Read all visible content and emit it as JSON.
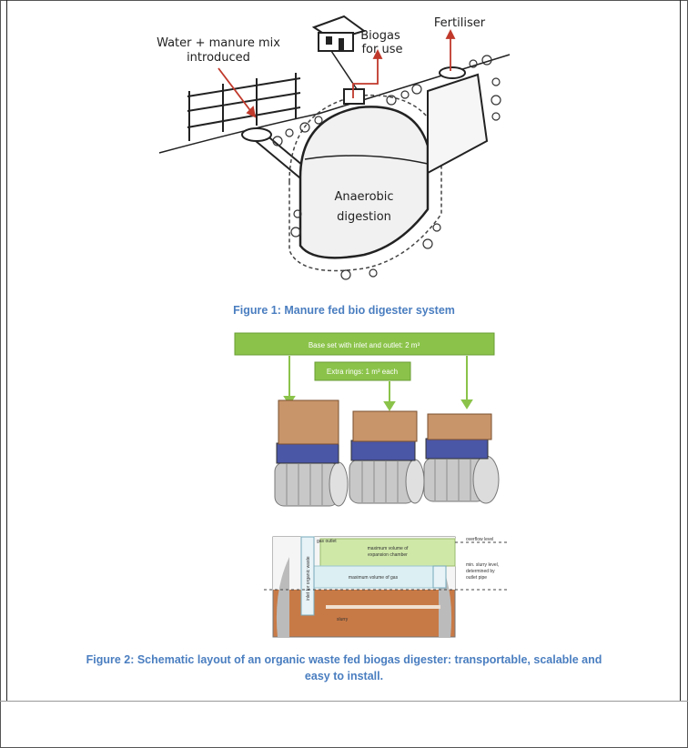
{
  "figure1": {
    "labels": {
      "water": "Water + manure mix",
      "water2": "introduced",
      "biogas": "Biogas",
      "biogas2": "for use",
      "fertiliser": "Fertiliser",
      "anaerobic": "Anaerobic",
      "anaerobic2": "digestion"
    },
    "caption": "Figure 1: Manure fed bio digester system"
  },
  "figure2": {
    "top_box": "Base set with inlet and outlet: 2 m³",
    "rings_box": "Extra rings: 1 m³ each",
    "schematic": {
      "gas_outlet": "gas outlet",
      "overflow": "overflow level",
      "max_expansion": "maximum volume of",
      "max_expansion2": "expansion chamber",
      "max_gas": "maximum volume of gas",
      "min_slurry": "min. slurry level,",
      "min_slurry2": "determined by",
      "min_slurry3": "outlet pipe",
      "inlet": "inlet for organic waste",
      "slurry": "slurry"
    },
    "caption_line1": "Figure 2: Schematic layout of an organic waste fed biogas digester: transportable, scalable and",
    "caption_line2": "easy to install."
  }
}
